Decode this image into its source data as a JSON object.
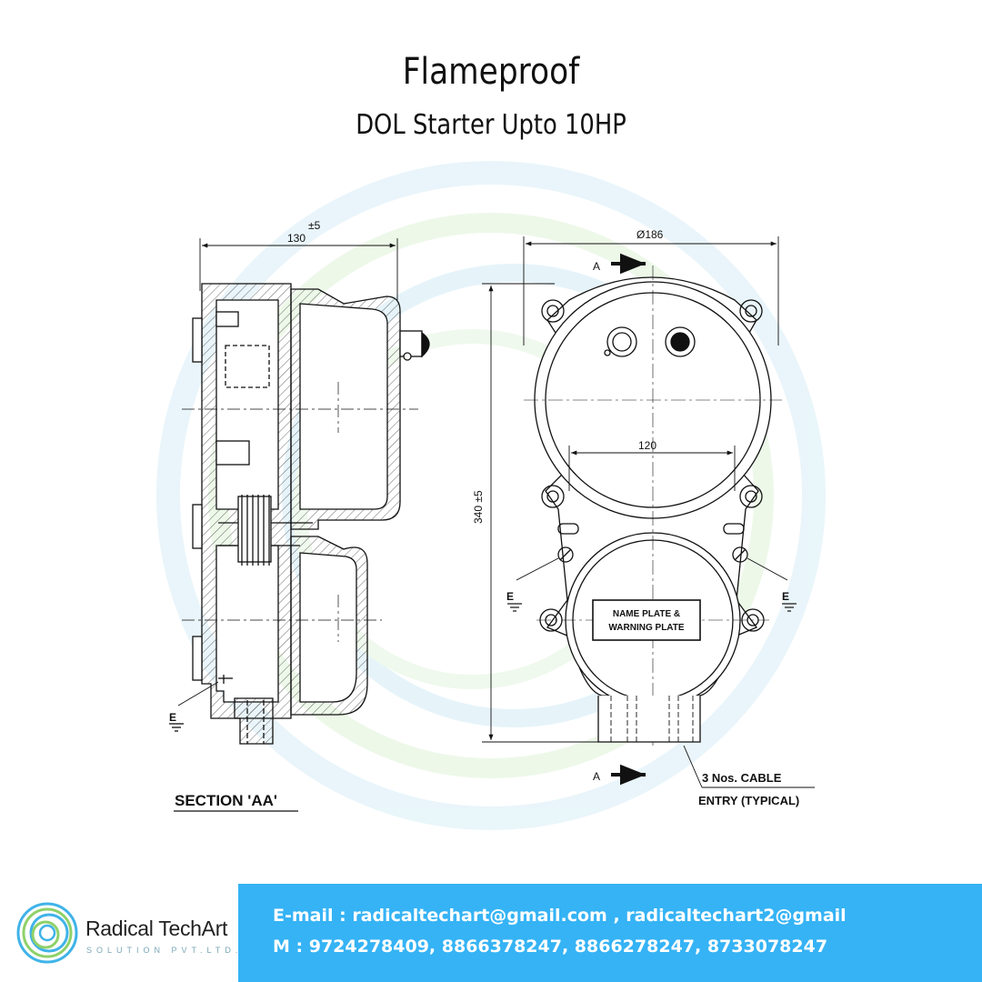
{
  "header": {
    "title": "Flameproof",
    "subtitle": "DOL Starter Upto 10HP"
  },
  "drawing": {
    "dim_width": "130",
    "dim_width_tol": "±5",
    "dim_diameter": "Ø186",
    "dim_height": "340 ±5",
    "dim_center": "120",
    "section_arrow_label": "A",
    "section_title": "SECTION 'AA'",
    "earth_symbol": "E",
    "nameplate_line1": "NAME PLATE &",
    "nameplate_line2": "WARNING PLATE",
    "cable_note_line1": "3 Nos. CABLE",
    "cable_note_line2": "ENTRY (TYPICAL)"
  },
  "footer": {
    "brand_name": "Radical TechArt",
    "brand_sub": "SOLUTION PVT.LTD.",
    "email_line": "E-mail : radicaltechart@gmail.com , radicaltechart2@gmail",
    "phone_line": "M : 9724278409, 8866378247, 8866278247, 8733078247",
    "bar_color": "#35b3f5"
  }
}
